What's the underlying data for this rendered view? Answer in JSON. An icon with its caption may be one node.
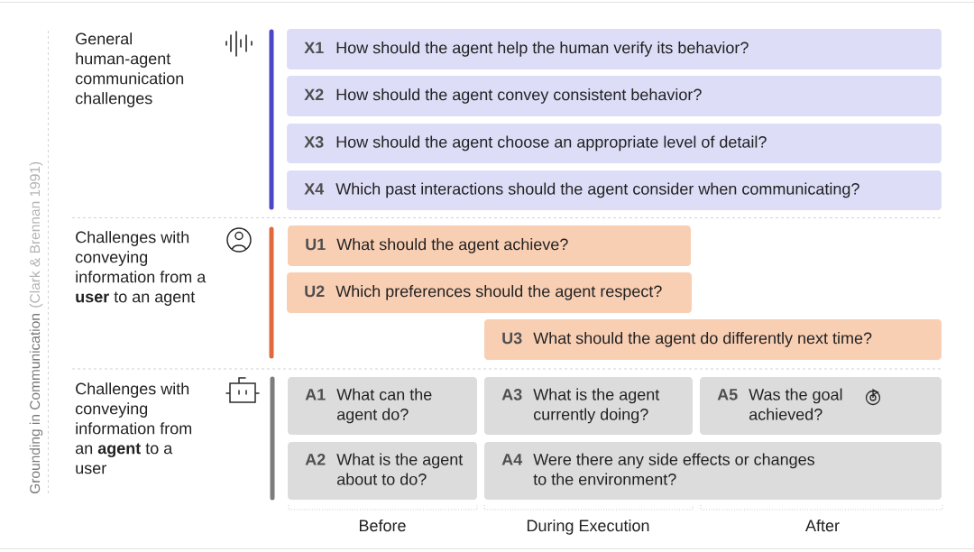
{
  "diagram": {
    "nodes": [
      {
        "text": [
          "X1",
          "How should the agent help the human verify its behavior?"
        ]
      },
      {
        "text": [
          "X2",
          "How should the agent convey consistent behavior?"
        ]
      },
      {
        "text": [
          "X3",
          "How should the agent choose an appropriate level of detail?"
        ]
      },
      {
        "text": [
          "X4",
          "Which past interactions should the agent consider when communicating?"
        ]
      },
      {
        "text": [
          "U1",
          "What should the agent achieve?"
        ]
      },
      {
        "text": [
          "U2",
          "Which preferences should the agent respect?"
        ]
      },
      {
        "text": [
          "U3",
          "What should the agent do differently next time?"
        ]
      },
      {
        "text": [
          "A1",
          "What can the agent do?"
        ]
      },
      {
        "text": [
          "A3",
          "What is the agent currently doing?"
        ]
      },
      {
        "text": [
          "A5",
          "Was the goal achieved?"
        ]
      },
      {
        "text": [
          "A2",
          "What is the agent about to do?"
        ]
      },
      {
        "text": [
          "A4",
          "Were there any side effects or changes to the environment?"
        ]
      }
    ],
    "labels": [
      "Grounding in Communication",
      "(Clark & Brennan 1991)",
      "General human-agent communication challenges",
      "Challenges with conveying information from a **user** to an agent",
      "Challenges with conveying information from an **agent** to a user",
      "Before",
      "During Execution",
      "After"
    ]
  }
}
